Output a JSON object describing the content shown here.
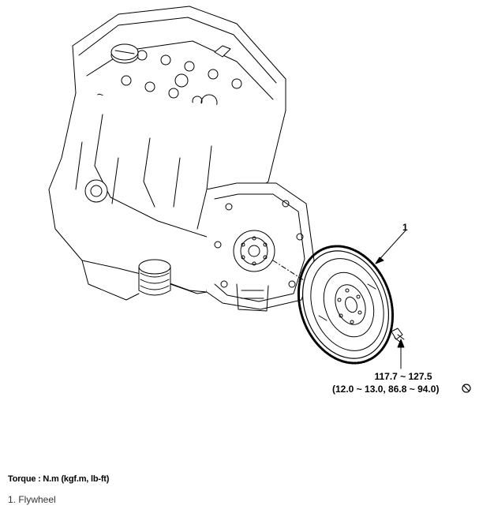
{
  "diagram": {
    "callout_number": "1",
    "torque_spec_line1": "117.7 ~ 127.5",
    "torque_spec_line2": "(12.0 ~ 13.0, 86.8 ~ 94.0)",
    "no_reuse_icon": "prohibited-circle-icon"
  },
  "notes": {
    "torque_units": "Torque : N.m (kgf.m, lb-ft)",
    "legend_item_1": "1. Flywheel"
  },
  "colors": {
    "line": "#000000",
    "background": "#ffffff",
    "legend_text": "#333333"
  }
}
